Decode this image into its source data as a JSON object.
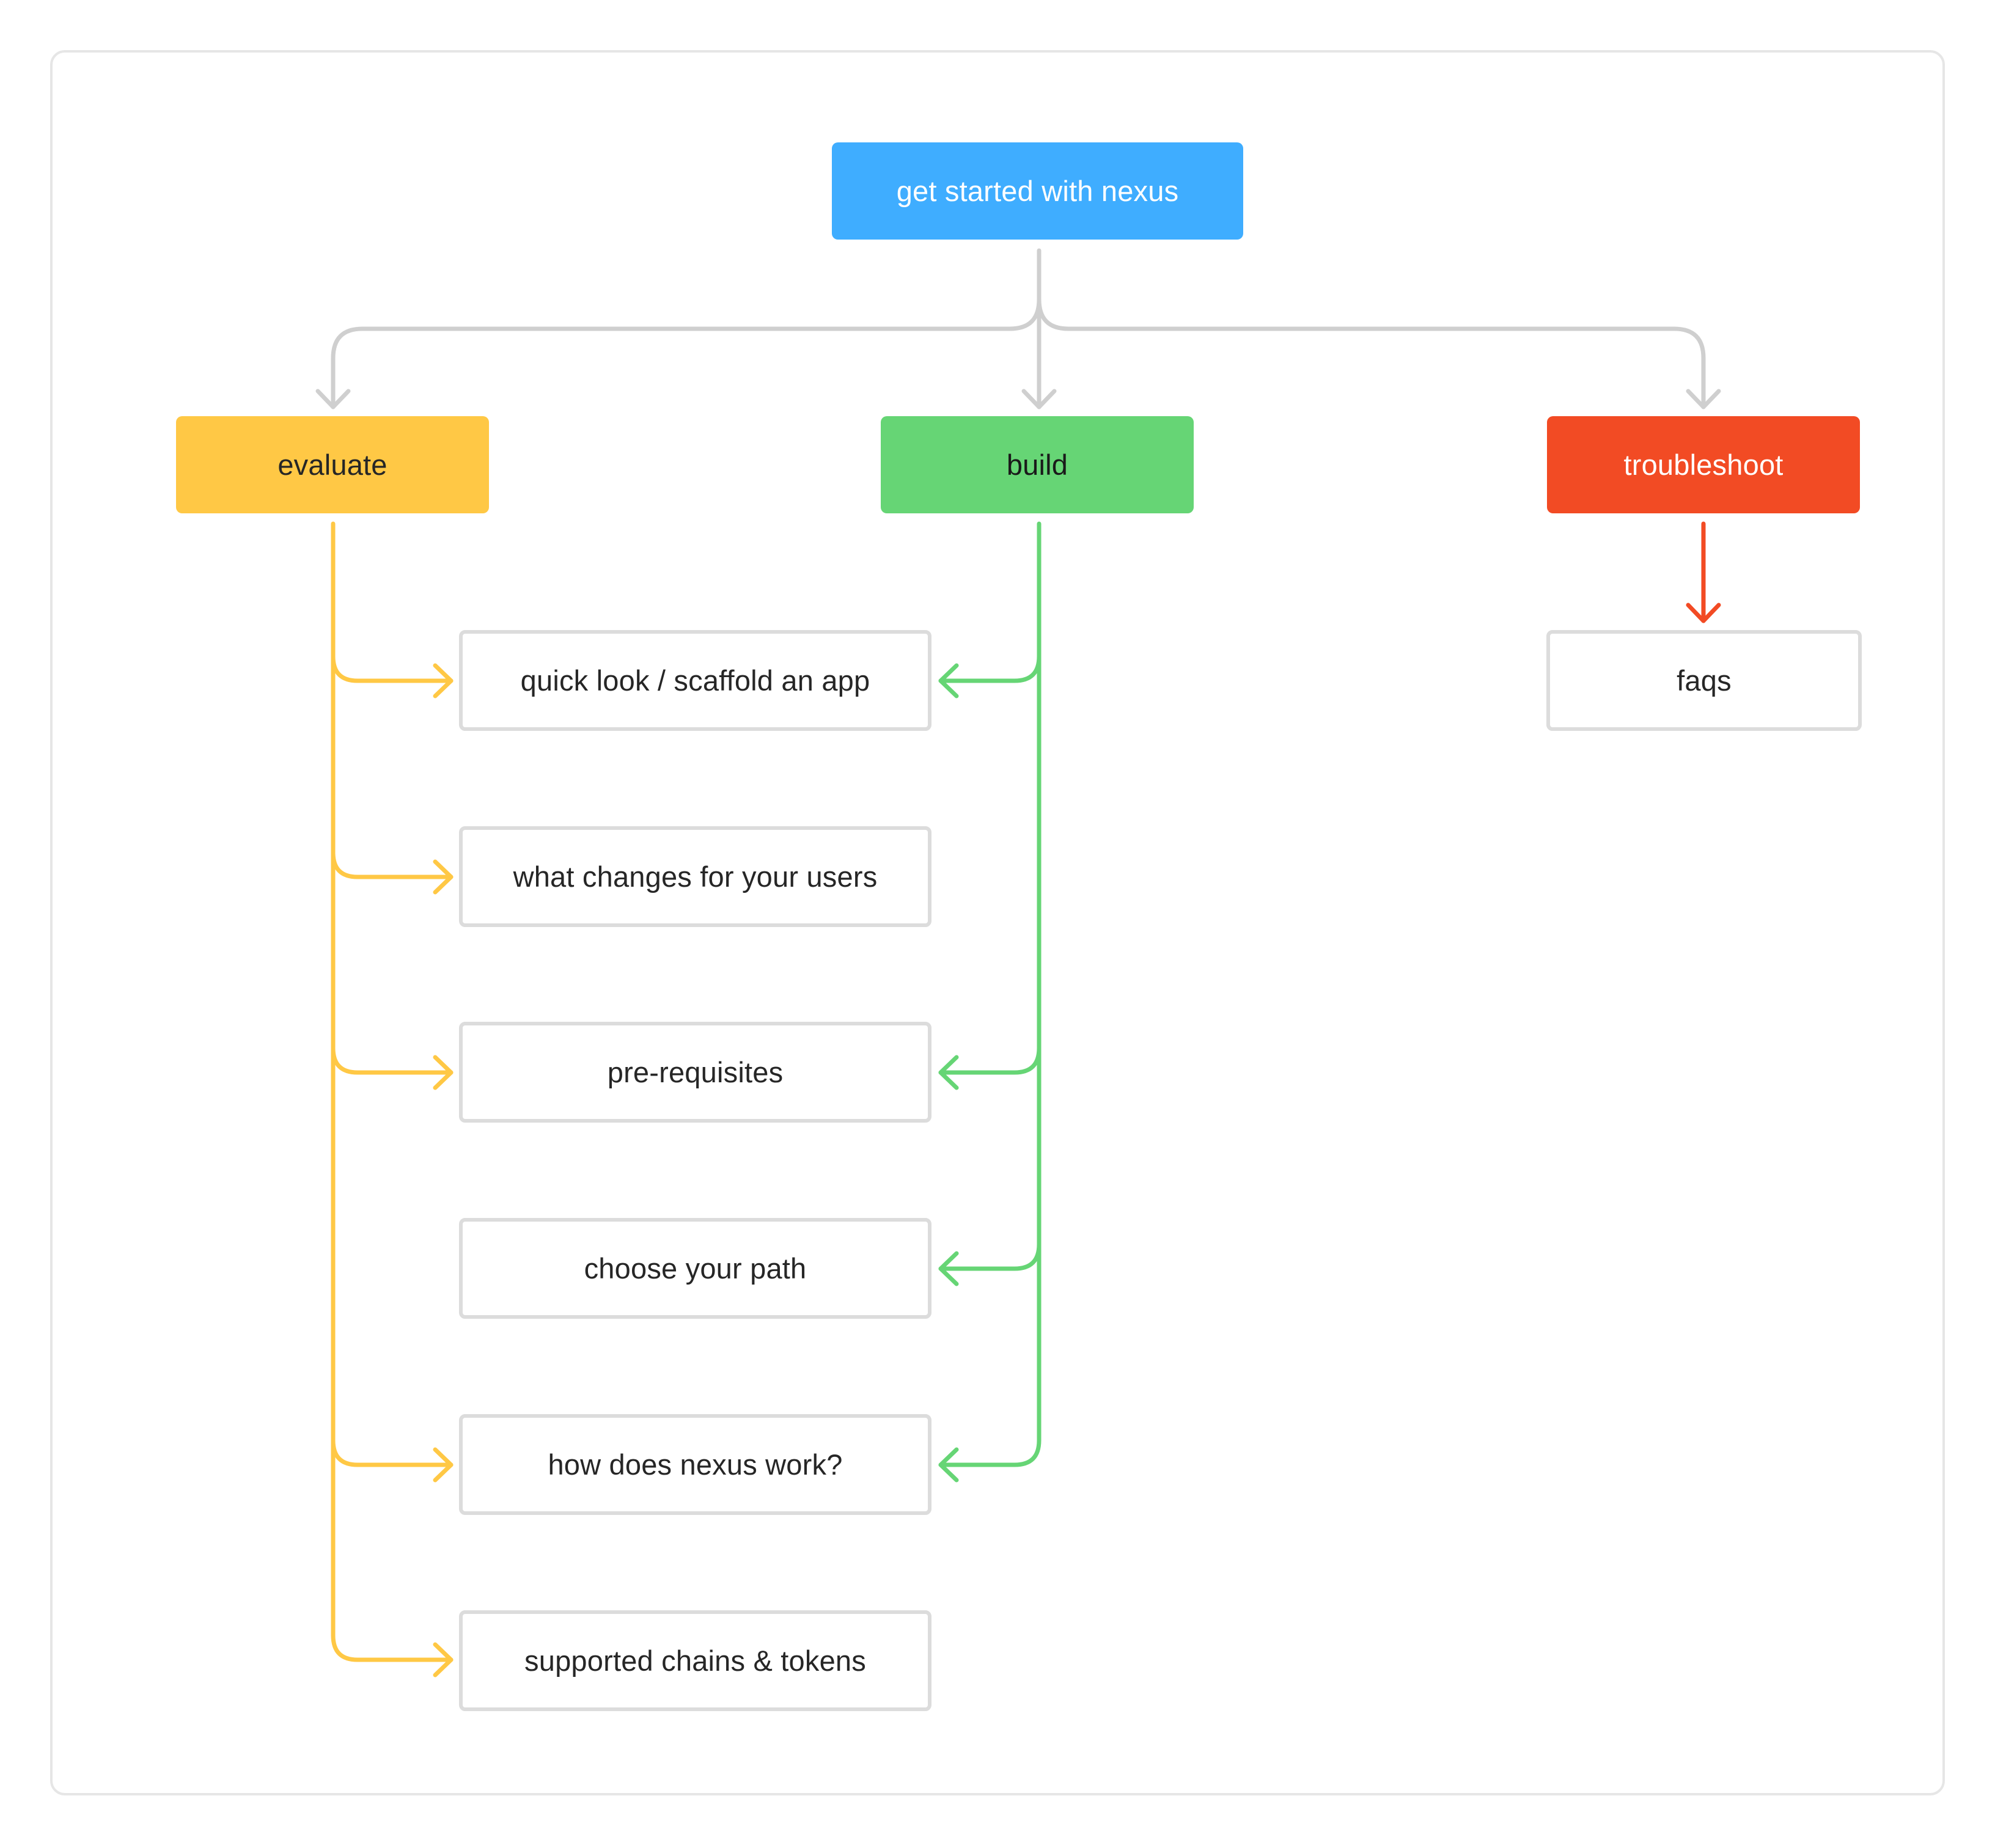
{
  "diagram": {
    "root": {
      "label": "get started with nexus"
    },
    "categories": {
      "evaluate": {
        "label": "evaluate",
        "color": "#ffc845"
      },
      "build": {
        "label": "build",
        "color": "#66d575"
      },
      "troubleshoot": {
        "label": "troubleshoot",
        "color": "#f24b24"
      }
    },
    "items": [
      {
        "label": "quick look / scaffold an app",
        "linked_from": [
          "evaluate",
          "build"
        ]
      },
      {
        "label": "what changes for your users",
        "linked_from": [
          "evaluate"
        ]
      },
      {
        "label": "pre-requisites",
        "linked_from": [
          "evaluate",
          "build"
        ]
      },
      {
        "label": "choose your path",
        "linked_from": [
          "build"
        ]
      },
      {
        "label": "how does nexus work?",
        "linked_from": [
          "evaluate",
          "build"
        ]
      },
      {
        "label": "supported chains & tokens",
        "linked_from": [
          "evaluate"
        ]
      }
    ],
    "troubleshoot_items": [
      {
        "label": "faqs",
        "linked_from": [
          "troubleshoot"
        ]
      }
    ],
    "colors": {
      "root": "#3fadff",
      "connector_neutral": "#cfcfcf",
      "item_border": "#dcdcdc"
    }
  }
}
